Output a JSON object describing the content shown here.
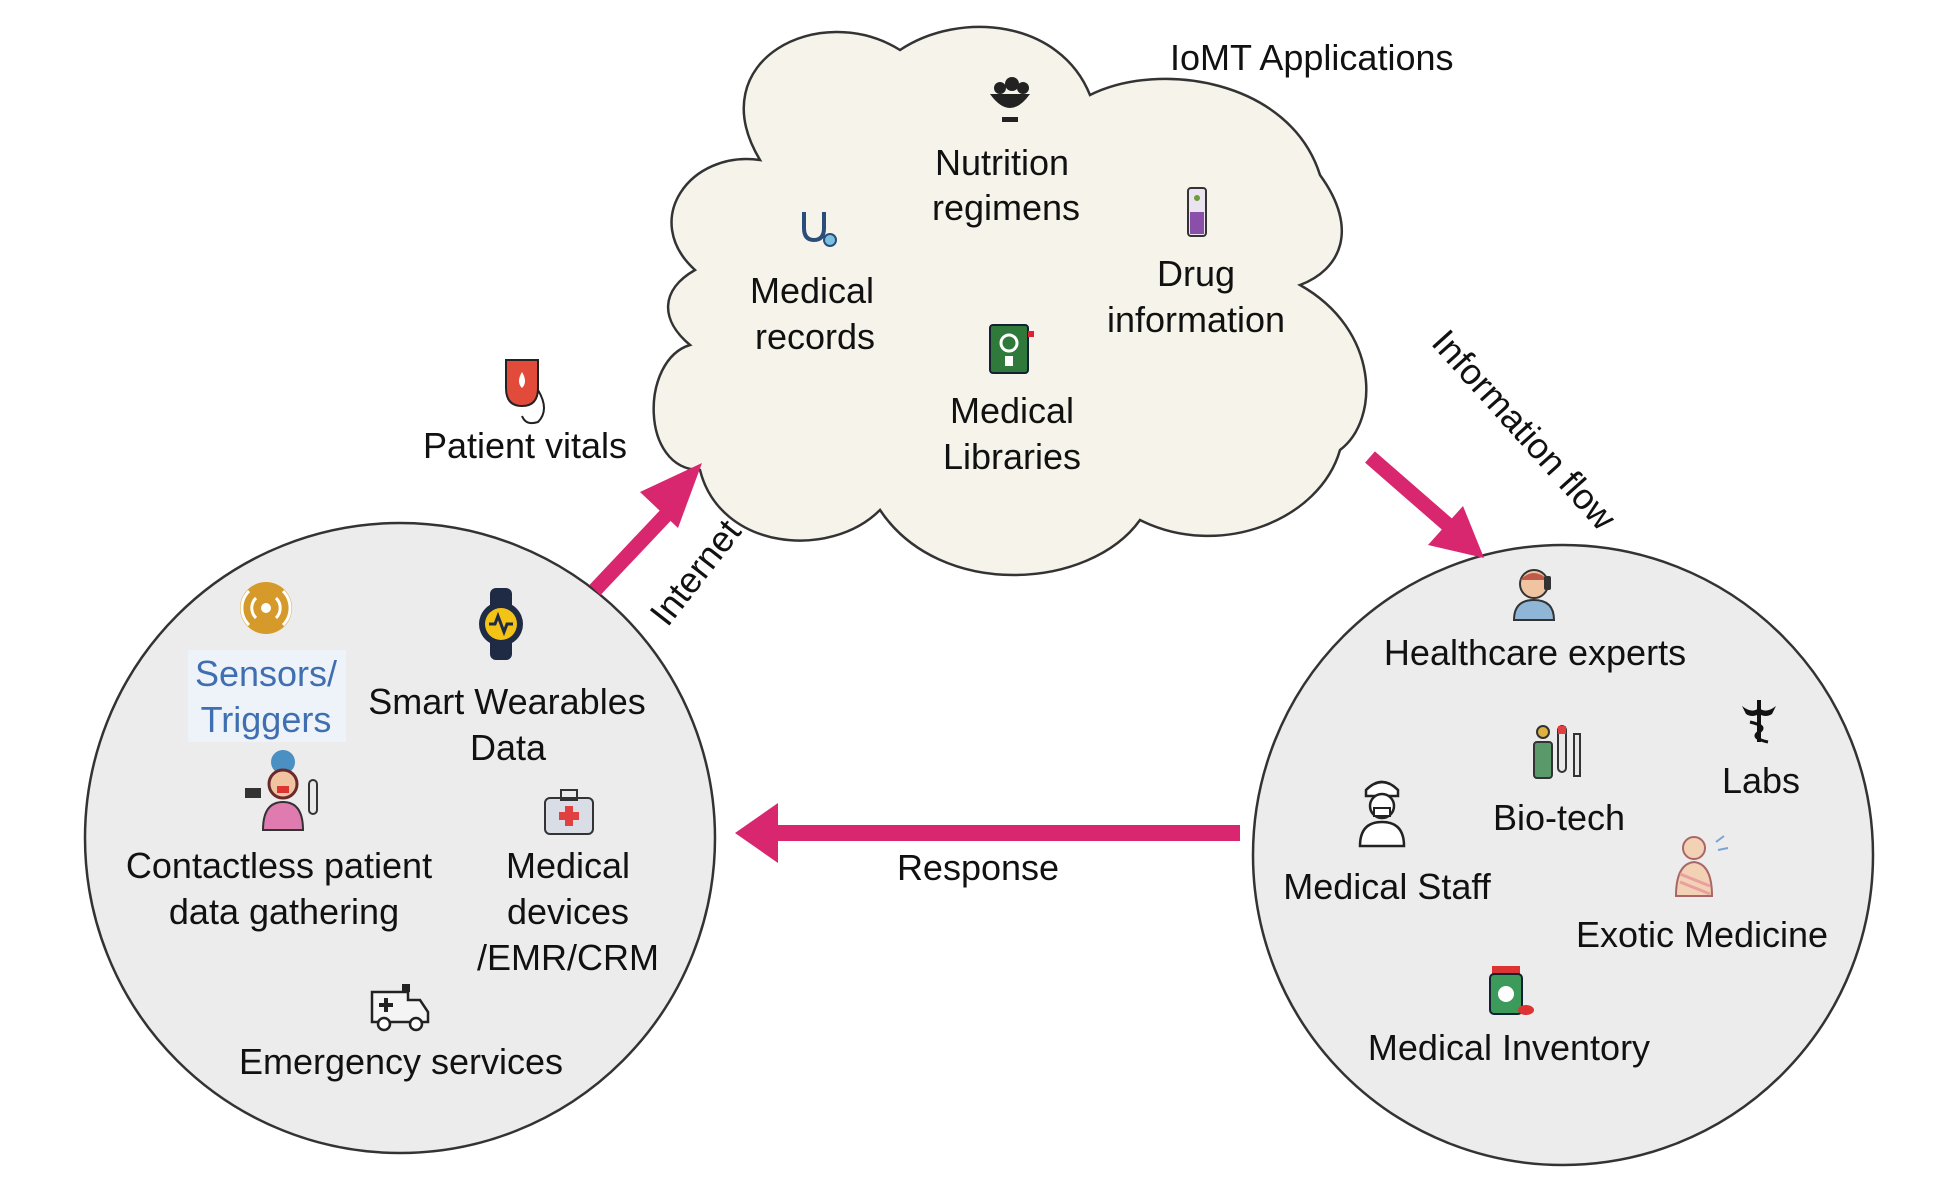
{
  "colors": {
    "cloud_fill": "#f6f4ea",
    "circle_fill": "#ececec",
    "arrow": "#d8266f",
    "sensor_text": "#3f6fb0",
    "sensor_bg": "#eef3fa"
  },
  "cloud": {
    "title": "IoMT Applications",
    "nutrition": [
      "Nutrition",
      "regimens"
    ],
    "records": [
      "Medical",
      "records"
    ],
    "drug": [
      "Drug",
      "information"
    ],
    "libraries": [
      "Medical",
      "Libraries"
    ]
  },
  "left": {
    "sensors": [
      "Sensors/",
      "Triggers"
    ],
    "wearables": [
      "Smart Wearables",
      "Data"
    ],
    "contactless": [
      "Contactless patient",
      "data gathering"
    ],
    "devices": [
      "Medical",
      "devices",
      "/EMR/CRM"
    ],
    "emergency": "Emergency services"
  },
  "right": {
    "experts": "Healthcare experts",
    "labs": "Labs",
    "biotech": "Bio-tech",
    "staff": "Medical Staff",
    "exotic": "Exotic Medicine",
    "inventory": "Medical Inventory"
  },
  "flows": {
    "vitals": "Patient vitals",
    "internet": "Internet",
    "info_flow": "Information flow",
    "response": "Response"
  },
  "icons": [
    "nutrition-bowl-icon",
    "stethoscope-icon",
    "drug-vial-icon",
    "medical-library-book-icon",
    "blood-bag-icon",
    "sensor-signal-icon",
    "smartwatch-icon",
    "contactless-patient-icon",
    "medical-kit-icon",
    "ambulance-icon",
    "doctor-phone-icon",
    "caduceus-icon",
    "lab-vials-icon",
    "medical-staff-icon",
    "exotic-medicine-icon",
    "medicine-bottle-icon"
  ]
}
